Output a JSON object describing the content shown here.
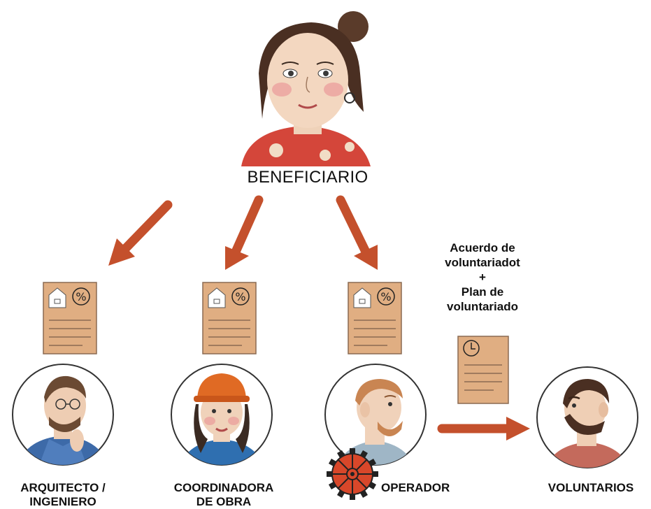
{
  "top_label": "BENEFICIARIO",
  "agreement_lines": [
    "Acuerdo de",
    "voluntariadot",
    "+",
    "Plan de",
    "voluntariado"
  ],
  "roles": {
    "architect": [
      "ARQUITECTO /",
      "INGENIERO"
    ],
    "coordinator": [
      "COORDINADORA",
      "DE OBRA"
    ],
    "operator": [
      "OPERADOR"
    ],
    "volunteers": [
      "VOLUNTARIOS"
    ]
  },
  "colors": {
    "arrow": "#c4502c",
    "paper": "#e0ae82",
    "paper_edge": "#8a6a52",
    "gear": "#d8472a",
    "skin": "#f3d7c0",
    "hair_dark": "#5a3b2a",
    "hair_red": "#b86a3c"
  },
  "icons": {
    "document": "contract-document-icon",
    "timesheet": "clock-document-icon",
    "gear": "gear-icon",
    "arrow": "arrow-icon"
  }
}
